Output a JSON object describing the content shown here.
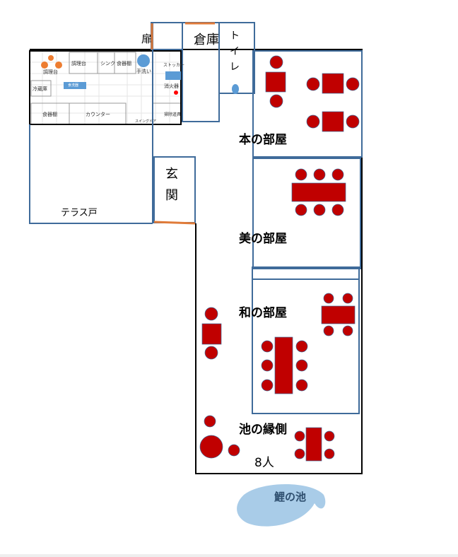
{
  "labels": {
    "door": "扉",
    "storage": "倉庫",
    "toilet": "トイレ",
    "entrance": "玄関",
    "terrace_door": "テラス戸",
    "room_book": "本の部屋",
    "room_beauty": "美の部屋",
    "room_japanese": "和の部屋",
    "engawa": "池の縁側",
    "capacity": "8人",
    "pond": "鯉の池"
  },
  "kitchen": {
    "prep_table_1": "調理台",
    "prep_table_2": "調理台",
    "sink": "シンク",
    "cupboard_1": "食器棚",
    "hand_wash": "手洗い",
    "stocker": "ストッカー",
    "dishwasher": "食洗器",
    "fridge": "冷蔵庫",
    "extinguisher": "消火器",
    "cupboard_2": "食器棚",
    "counter": "カウンター",
    "swing_door": "スイングドア",
    "cleaning": "掃除道具"
  },
  "colors": {
    "wall": "#000000",
    "partition": "#3f6b9a",
    "door": "#e07b39",
    "table": "#c00000",
    "pond": "#a9cce8",
    "fixture": "#5b9bd5"
  }
}
